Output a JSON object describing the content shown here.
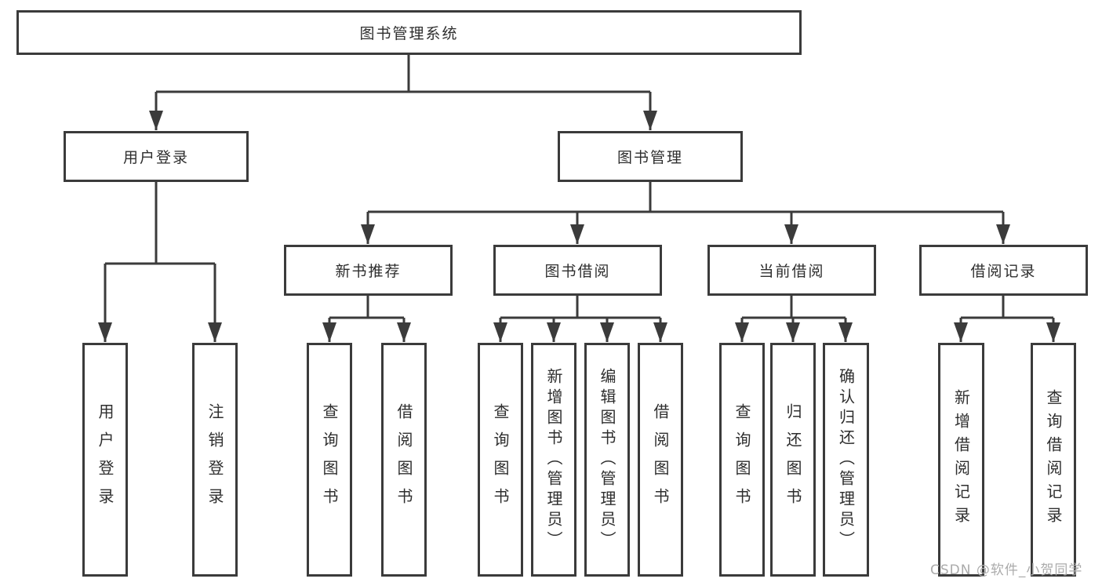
{
  "diagram_title": "图书管理系统",
  "nodes": {
    "root": {
      "label": "图书管理系统"
    },
    "level2": [
      {
        "label": "用户登录"
      },
      {
        "label": "图书管理"
      }
    ],
    "level3": [
      {
        "label": "新书推荐"
      },
      {
        "label": "图书借阅"
      },
      {
        "label": "当前借阅"
      },
      {
        "label": "借阅记录"
      }
    ],
    "leaves": [
      {
        "label": "用户登录"
      },
      {
        "label": "注销登录"
      },
      {
        "label": "查询图书"
      },
      {
        "label": "借阅图书"
      },
      {
        "label": "查询图书"
      },
      {
        "label": "新增图书（管理员）"
      },
      {
        "label": "编辑图书（管理员）"
      },
      {
        "label": "借阅图书"
      },
      {
        "label": "查询图书"
      },
      {
        "label": "归还图书"
      },
      {
        "label": "确认归还（管理员）"
      },
      {
        "label": "新增借阅记录"
      },
      {
        "label": "查询借阅记录"
      }
    ]
  },
  "watermark": "CSDN @软件_小贺同学",
  "colors": {
    "line": "#3b3b3b",
    "text": "#2e2e2e",
    "watermark": "#ababab",
    "background": "#ffffff"
  }
}
